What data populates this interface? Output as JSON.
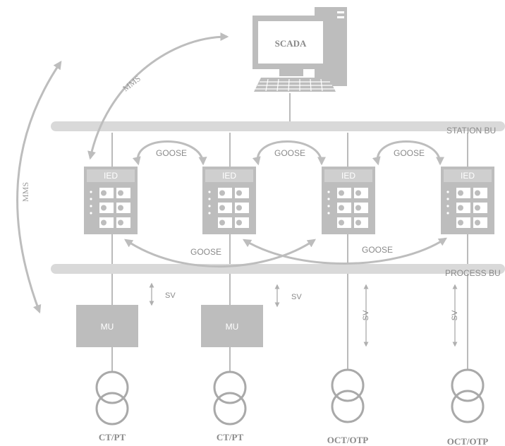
{
  "colors": {
    "gray": "#bdbdbd",
    "dark_gray": "#a9a9a9",
    "label": "#8a8a8a",
    "ied_text": "#ffffff"
  },
  "scada": {
    "label": "SCADA",
    "icon": "computer-icon"
  },
  "buses": {
    "station": "STATION BU",
    "process": "PROCESS BU"
  },
  "labels": {
    "mms_top": "MMS",
    "mms_left": "MMS",
    "goose_1": "GOOSE",
    "goose_2": "GOOSE",
    "goose_3": "GOOSE",
    "goose_cross_left": "GOOSE",
    "goose_cross_right": "GOOSE",
    "sv_1": "SV",
    "sv_2": "SV",
    "sv_3": "SV",
    "sv_4": "SV"
  },
  "ieds": [
    {
      "label": "IED"
    },
    {
      "label": "IED"
    },
    {
      "label": "IED"
    },
    {
      "label": "IED"
    }
  ],
  "merging_units": [
    {
      "label": "MU"
    },
    {
      "label": "MU"
    }
  ],
  "transformers": [
    {
      "label": "CT/PT",
      "icon": "transformer-icon"
    },
    {
      "label": "CT/PT",
      "icon": "transformer-icon"
    },
    {
      "label": "OCT/OTP",
      "icon": "transformer-icon"
    },
    {
      "label": "OCT/OTP",
      "icon": "transformer-icon"
    }
  ]
}
